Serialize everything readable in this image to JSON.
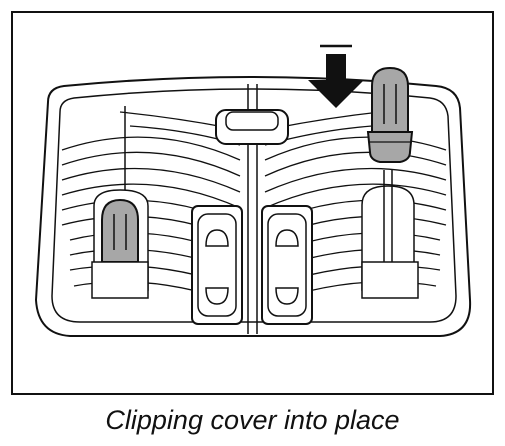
{
  "figure": {
    "caption": "Clipping cover into place",
    "colors": {
      "line": "#111111",
      "bulb_fill": "#a7a7a7",
      "background": "#ffffff"
    },
    "parts": [
      {
        "name": "interior-lamp-housing"
      },
      {
        "name": "light-bulb-left"
      },
      {
        "name": "light-bulb-right"
      },
      {
        "name": "switch-left"
      },
      {
        "name": "switch-right"
      },
      {
        "name": "clip-tab"
      },
      {
        "name": "press-arrow-icon"
      }
    ]
  }
}
